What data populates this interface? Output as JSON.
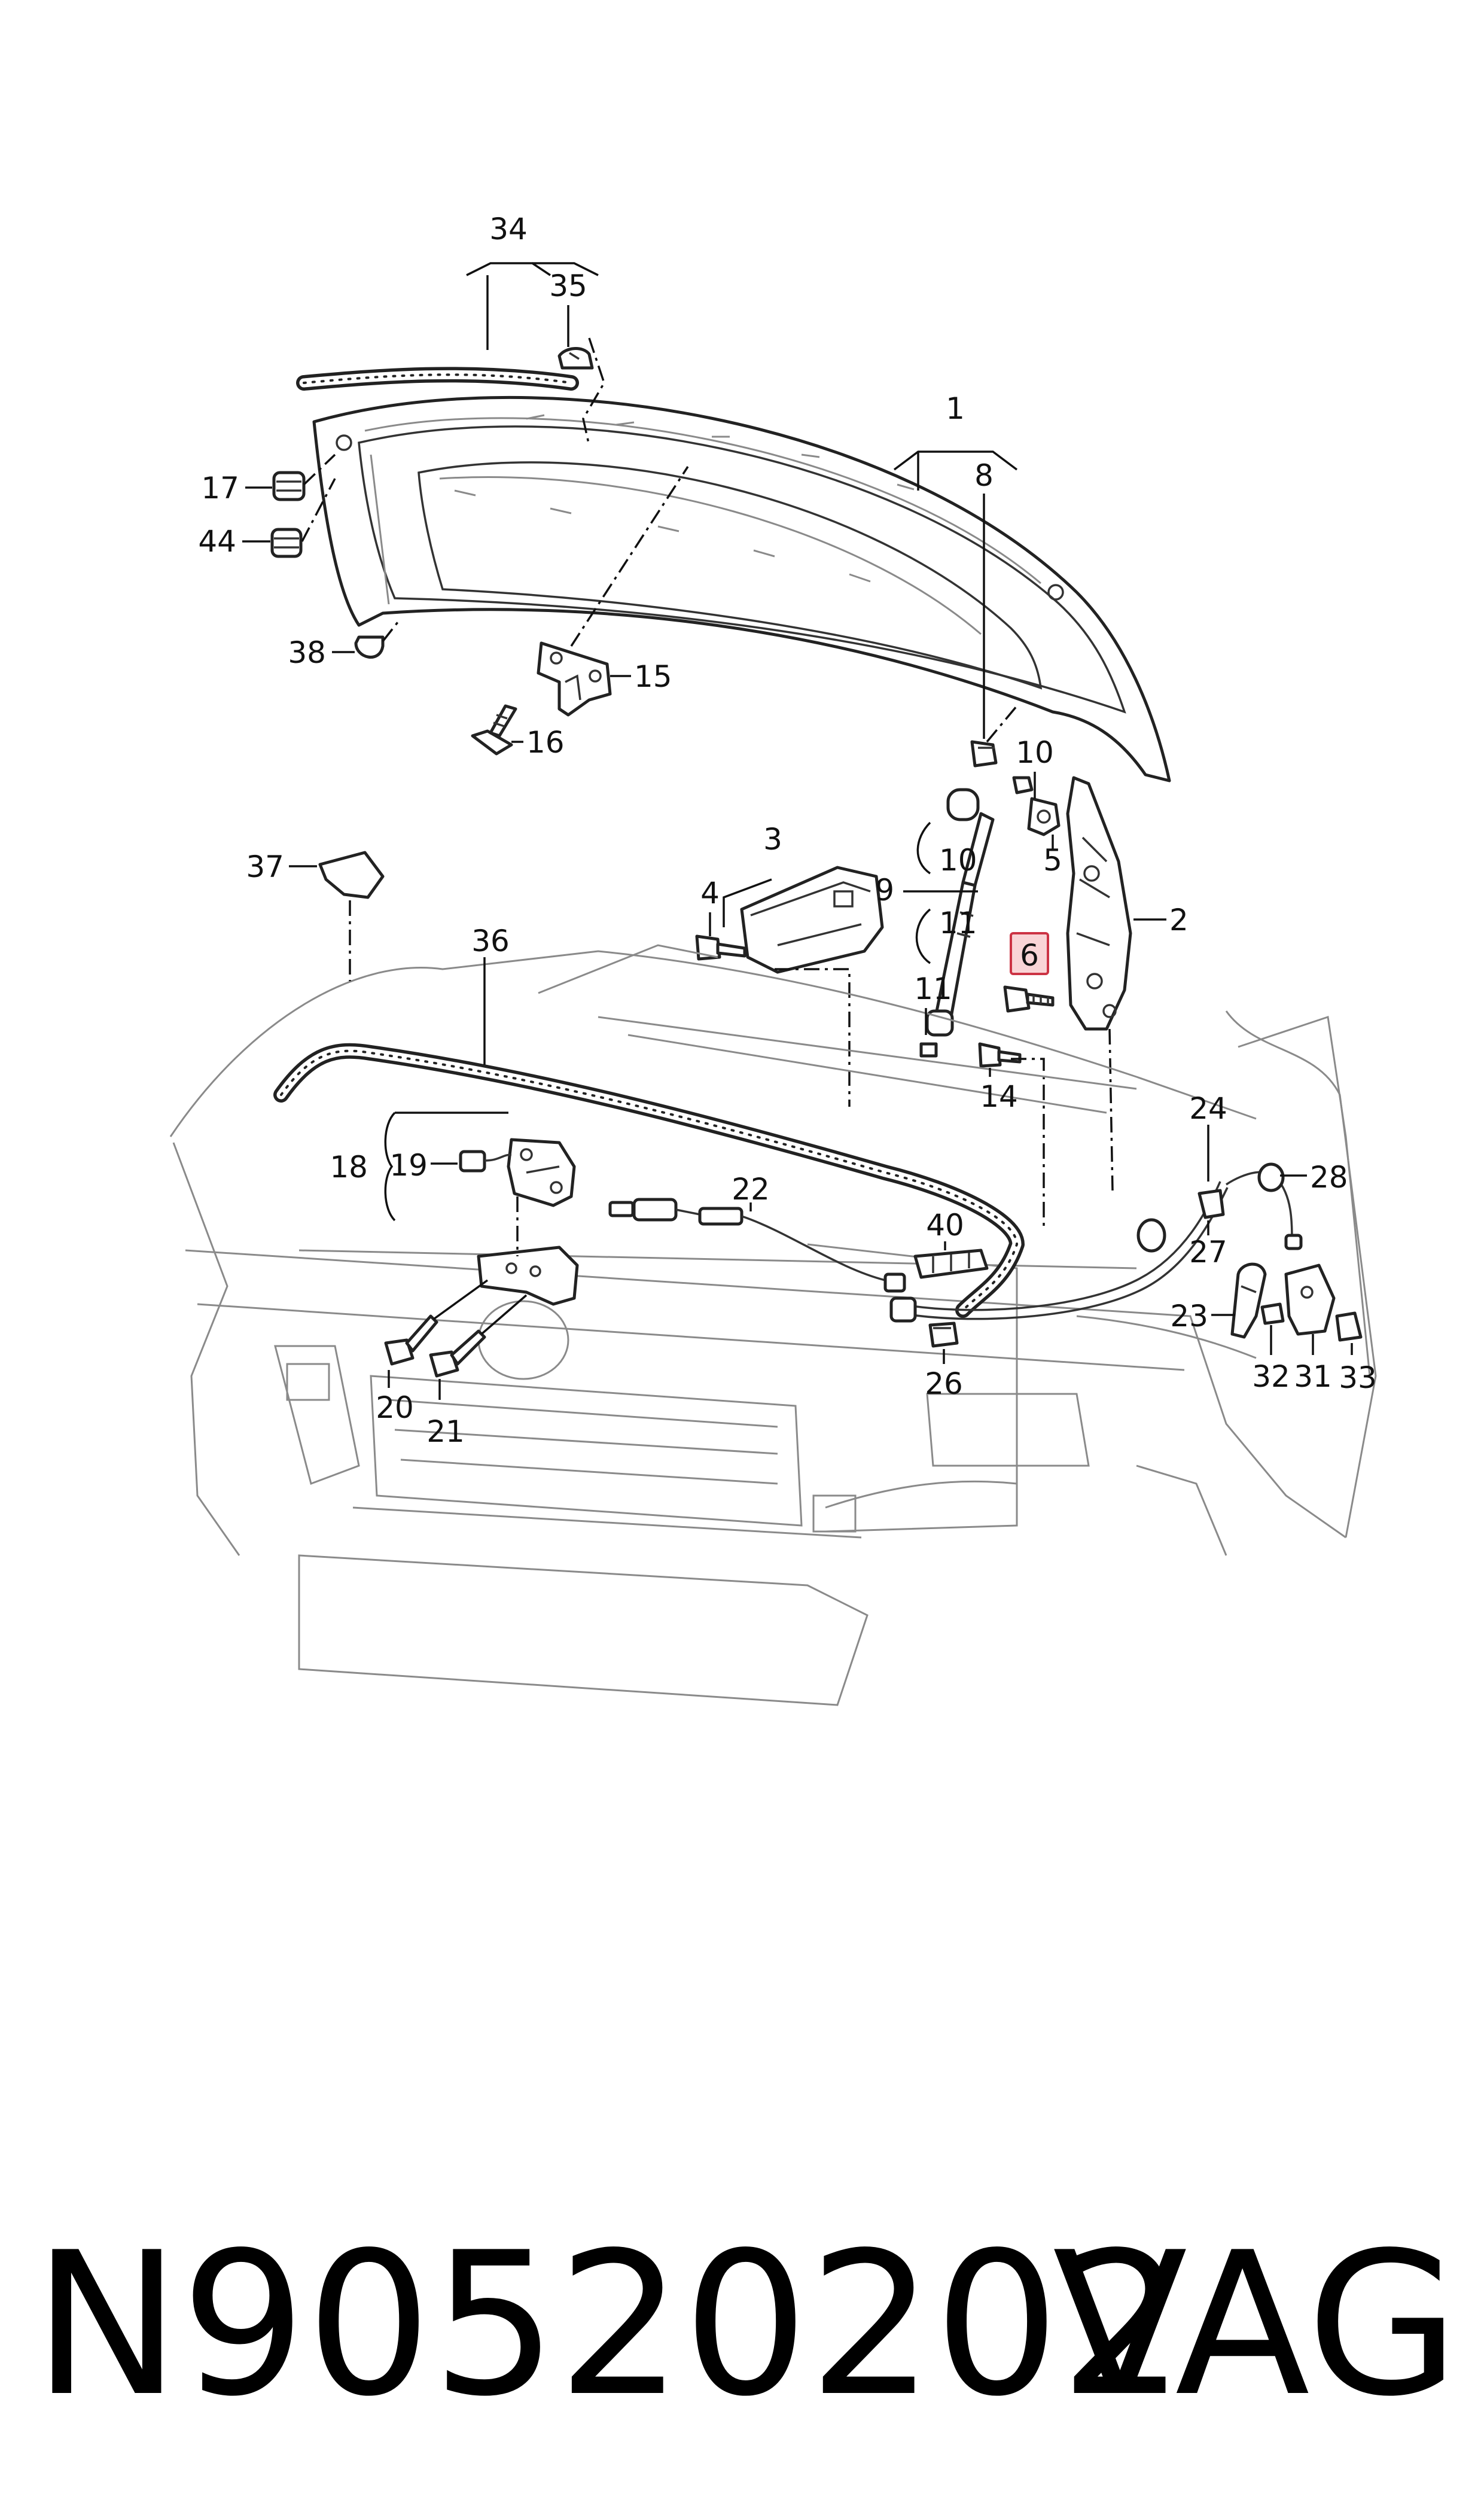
{
  "diagram": {
    "callouts": {
      "c1": "1",
      "c2": "2",
      "c3": "3",
      "c4": "4",
      "c5": "5",
      "c6": "6",
      "c8": "8",
      "c9": "9",
      "c10a": "10",
      "c10b": "10",
      "c11a": "11",
      "c11b": "11",
      "c14": "14",
      "c15": "15",
      "c16": "16",
      "c17": "17",
      "c18": "18",
      "c19": "19",
      "c20": "20",
      "c21": "21",
      "c22": "22",
      "c23": "23",
      "c24": "24",
      "c26": "26",
      "c27": "27",
      "c28": "28",
      "c31": "31",
      "c32": "32",
      "c33": "33",
      "c34": "34",
      "c35": "35",
      "c36": "36",
      "c37": "37",
      "c38": "38",
      "c40": "40",
      "c44": "44"
    },
    "highlighted_callout": "6",
    "highlight_color": "#f9d4d6"
  },
  "footer": {
    "part_number": "N90520202",
    "brand": "VAG"
  }
}
